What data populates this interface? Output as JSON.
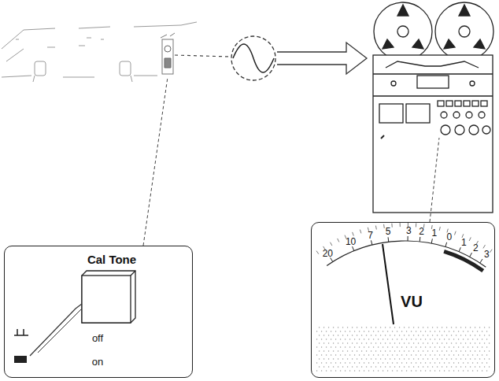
{
  "diagram": {
    "nodes": [
      {
        "text": [
          "Cal Tone",
          "off",
          "on"
        ]
      },
      {
        "text": [
          "20",
          "10",
          "7",
          "5",
          "3",
          "2",
          "1",
          "0",
          "1",
          "2",
          "3",
          "VU"
        ]
      }
    ]
  }
}
